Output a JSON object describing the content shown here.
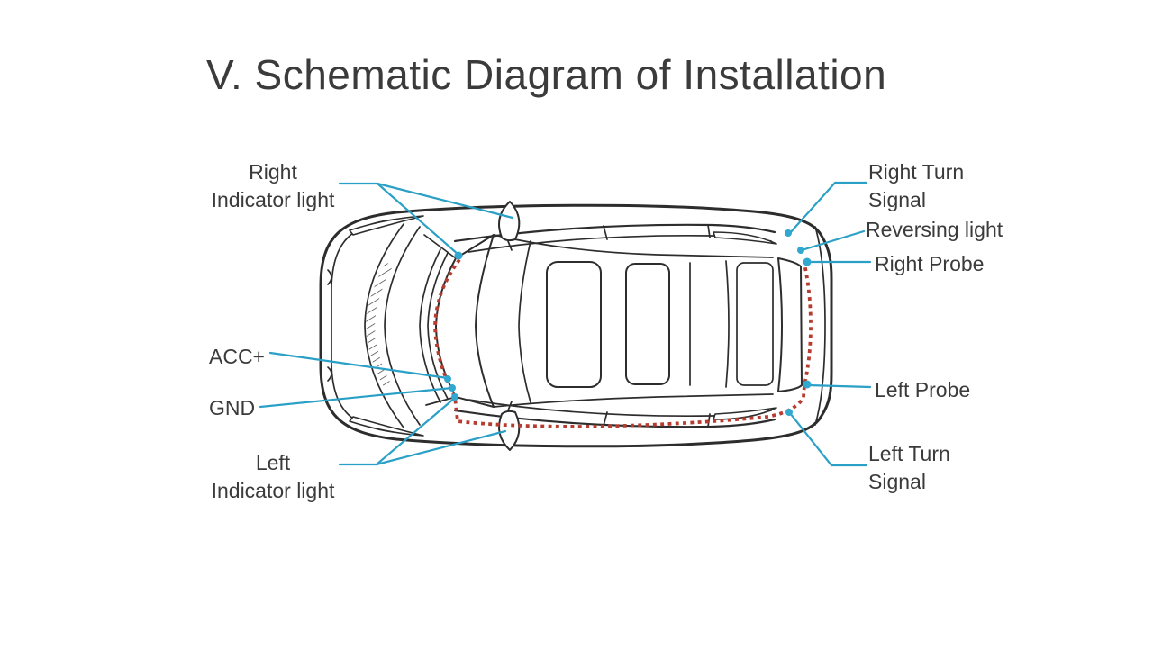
{
  "title": "V. Schematic Diagram of Installation",
  "labels": {
    "right_indicator": {
      "line1": "Right",
      "line2": "Indicator light"
    },
    "right_turn": {
      "line1": "Right Turn",
      "line2": "Signal"
    },
    "reversing_light": {
      "text": "Reversing light"
    },
    "right_probe": {
      "text": "Right Probe"
    },
    "acc": {
      "text": "ACC+"
    },
    "gnd": {
      "text": "GND"
    },
    "left_indicator": {
      "line1": "Left",
      "line2": "Indicator light"
    },
    "left_probe": {
      "text": "Left Probe"
    },
    "left_turn": {
      "line1": "Left Turn",
      "line2": "Signal"
    }
  },
  "colors": {
    "leader_line": "#2aa0c7",
    "connection_dot": "#30a8d0",
    "wiring_route": "#b63c30",
    "car_outline": "#2d2d2d",
    "text": "#3b3b3b",
    "background": "#ffffff"
  }
}
